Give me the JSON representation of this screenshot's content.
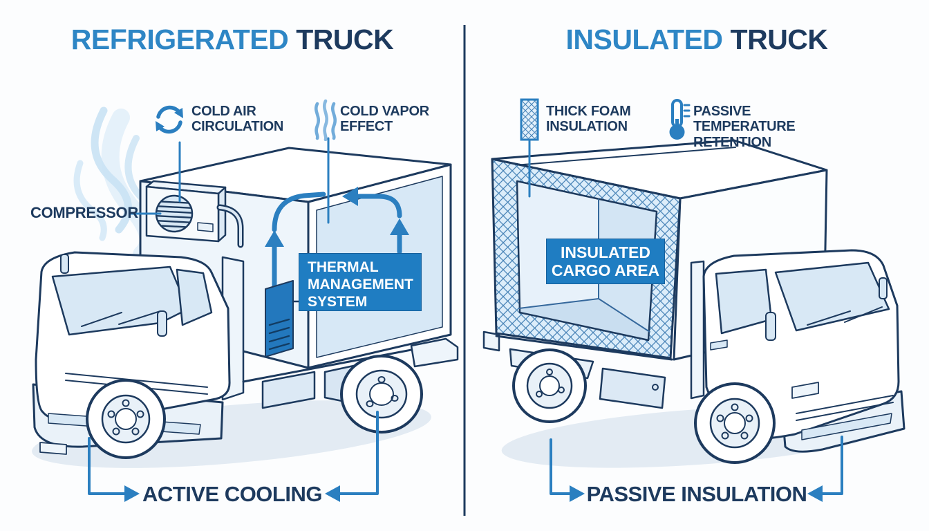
{
  "left_panel": {
    "title_highlight": "REFRIGERATED",
    "title_rest": "TRUCK",
    "feature1": "COLD AIR CIRCULATION",
    "feature2": "COLD VAPOR EFFECT",
    "compressor_label": "COMPRESSOR",
    "system_box": "THERMAL MANAGEMENT SYSTEM",
    "bottom_label": "ACTIVE COOLING"
  },
  "right_panel": {
    "title_highlight": "INSULATED",
    "title_rest": "TRUCK",
    "feature1": "THICK FOAM INSULATION",
    "feature2": "PASSIVE TEMPERATURE RETENTION",
    "cargo_box": "INSULATED CARGO AREA",
    "bottom_label": "PASSIVE INSULATION"
  },
  "icons": {
    "left": [
      "circulation-icon",
      "vapor-icon"
    ],
    "right": [
      "foam-insulation-icon",
      "thermometer-icon"
    ]
  },
  "colors": {
    "accent_blue": "#2e86c5",
    "navy": "#1d3a5e",
    "arrow_blue": "#2b7fc0",
    "box_blue": "#1f7dc2",
    "panel_light_blue": "#d7e8f6",
    "shadow": "#e3ebf3"
  }
}
